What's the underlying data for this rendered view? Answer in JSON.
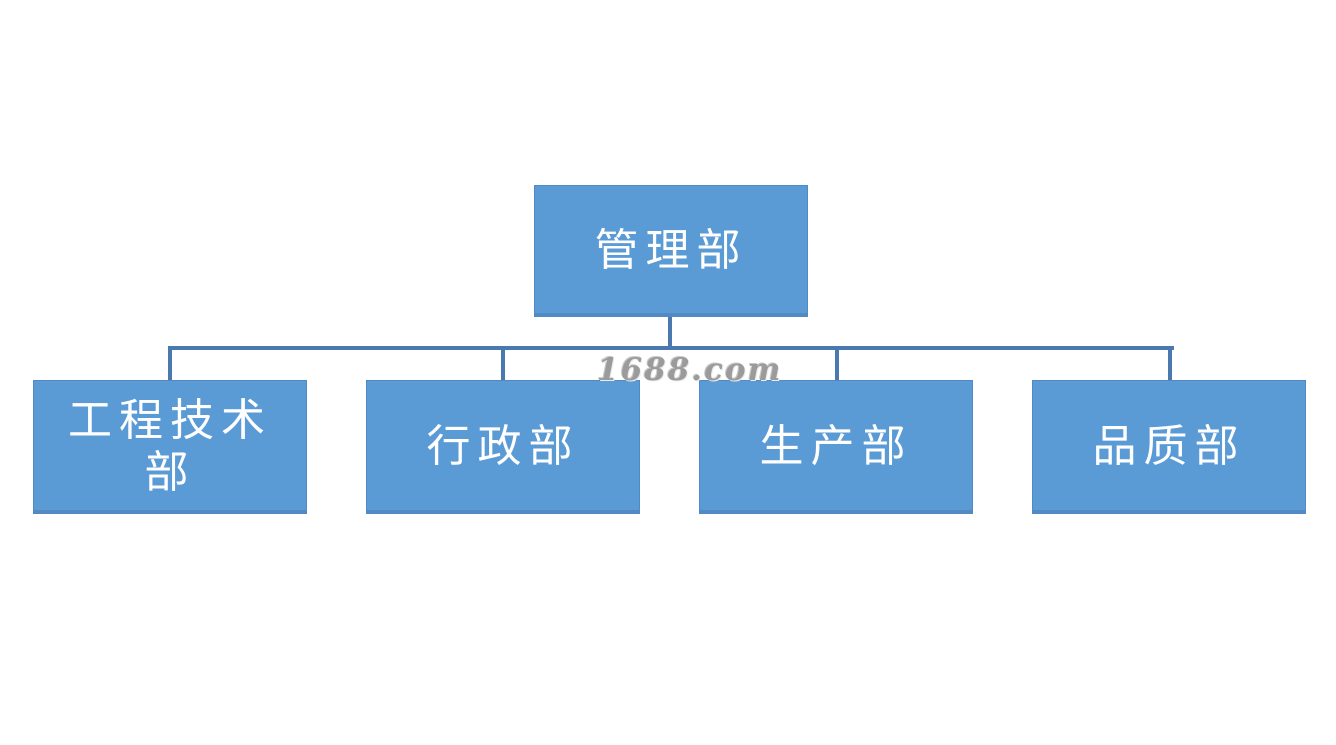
{
  "diagram": {
    "type": "org-chart",
    "root": {
      "label": "管理部"
    },
    "children": [
      {
        "label": "工程技术部"
      },
      {
        "label": "行政部"
      },
      {
        "label": "生产部"
      },
      {
        "label": "品质部"
      }
    ],
    "colors": {
      "node_fill": "#5B9BD5",
      "node_border": "#5189C4",
      "connector": "#4979AE",
      "text": "#FFFFFF",
      "background": "#FFFFFF",
      "watermark": "#9B9B9B"
    }
  },
  "watermark": {
    "text": "1688.com"
  }
}
